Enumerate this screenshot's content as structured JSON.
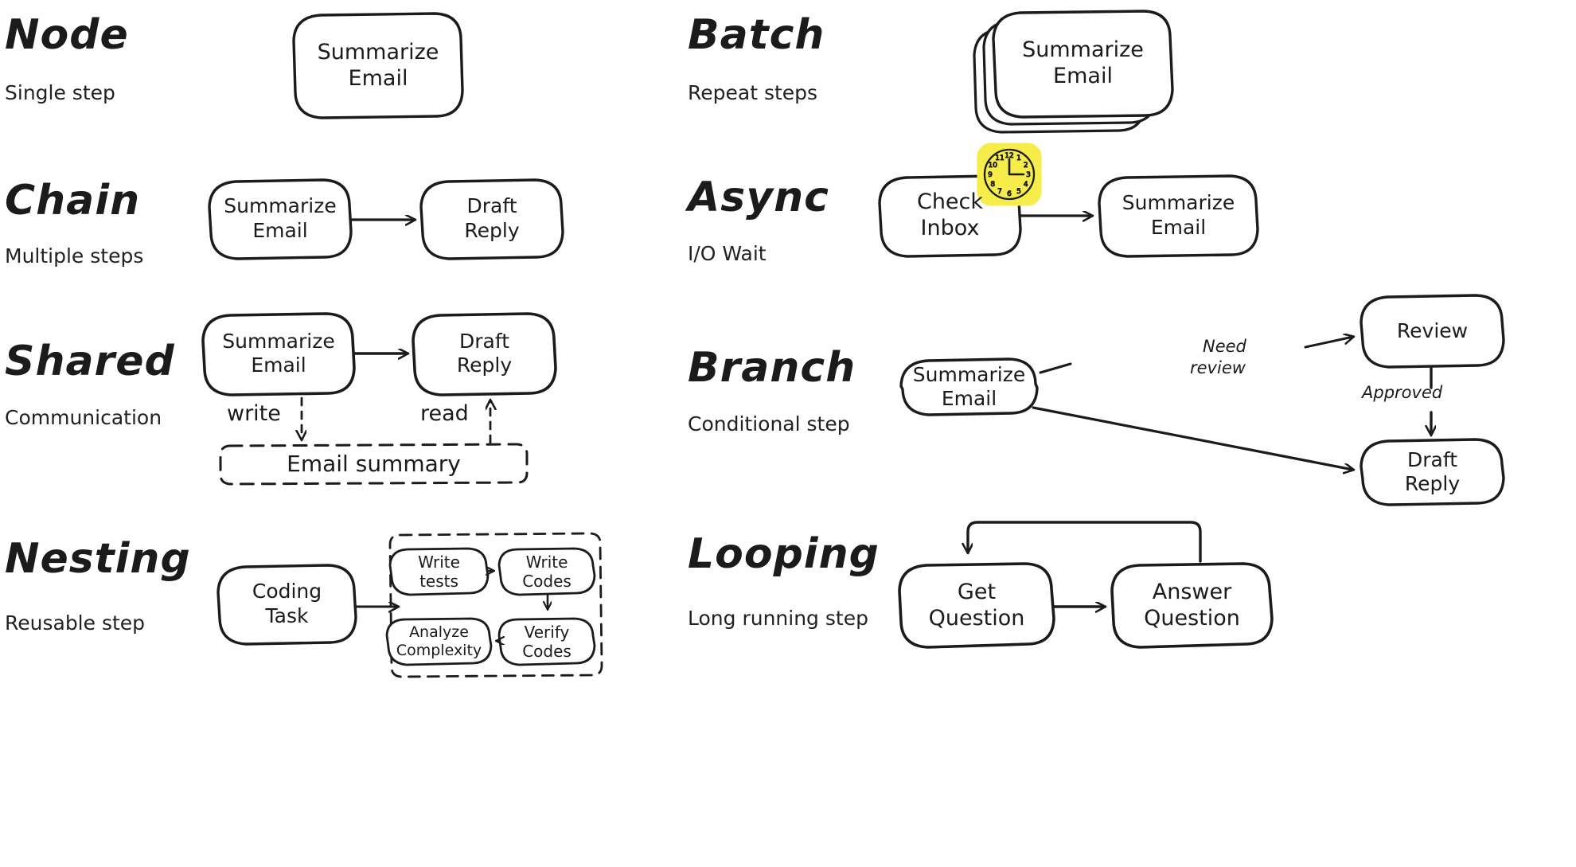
{
  "page": {
    "background": "#ffffff",
    "ink": "#1b1b1b",
    "accent_yellow": "#f7ed4a"
  },
  "rows": [
    {
      "id": "node",
      "title": "Node",
      "subtitle": "Single step",
      "nodes": [
        {
          "id": "summarize-email",
          "label": "Summarize\nEmail"
        }
      ]
    },
    {
      "id": "batch",
      "title": "Batch",
      "subtitle": "Repeat steps",
      "nodes": [
        {
          "id": "summarize-email",
          "label": "Summarize\nEmail",
          "stacked": 3
        }
      ]
    },
    {
      "id": "chain",
      "title": "Chain",
      "subtitle": "Multiple steps",
      "nodes": [
        {
          "id": "summarize-email",
          "label": "Summarize\nEmail"
        },
        {
          "id": "draft-reply",
          "label": "Draft\nReply"
        }
      ],
      "edges": [
        {
          "from": "summarize-email",
          "to": "draft-reply",
          "label": ""
        }
      ]
    },
    {
      "id": "async",
      "title": "Async",
      "subtitle": "I/O Wait",
      "nodes": [
        {
          "id": "check-inbox",
          "label": "Check\nInbox",
          "badge": "clock-icon"
        },
        {
          "id": "summarize-email",
          "label": "Summarize\nEmail"
        }
      ],
      "edges": [
        {
          "from": "check-inbox",
          "to": "summarize-email",
          "label": ""
        }
      ]
    },
    {
      "id": "shared",
      "title": "Shared",
      "subtitle": "Communication",
      "nodes": [
        {
          "id": "summarize-email",
          "label": "Summarize\nEmail"
        },
        {
          "id": "draft-reply",
          "label": "Draft\nReply"
        },
        {
          "id": "email-summary",
          "label": "Email summary",
          "style": "dashed-store"
        }
      ],
      "edges": [
        {
          "from": "summarize-email",
          "to": "draft-reply",
          "label": ""
        },
        {
          "from": "summarize-email",
          "to": "email-summary",
          "label": "write",
          "style": "dashed"
        },
        {
          "from": "email-summary",
          "to": "draft-reply",
          "label": "read",
          "style": "dashed"
        }
      ]
    },
    {
      "id": "branch",
      "title": "Branch",
      "subtitle": "Conditional step",
      "nodes": [
        {
          "id": "summarize-email",
          "label": "Summarize\nEmail"
        },
        {
          "id": "review",
          "label": "Review"
        },
        {
          "id": "draft-reply",
          "label": "Draft\nReply"
        }
      ],
      "edges": [
        {
          "from": "summarize-email",
          "to": "review",
          "label": "Need\nreview"
        },
        {
          "from": "review",
          "to": "draft-reply",
          "label": "Approved"
        },
        {
          "from": "summarize-email",
          "to": "draft-reply",
          "label": ""
        }
      ]
    },
    {
      "id": "nesting",
      "title": "Nesting",
      "subtitle": "Reusable step",
      "nodes": [
        {
          "id": "coding-task",
          "label": "Coding\nTask"
        },
        {
          "id": "write-tests",
          "label": "Write\ntests"
        },
        {
          "id": "write-codes",
          "label": "Write\nCodes"
        },
        {
          "id": "verify-codes",
          "label": "Verify\nCodes"
        },
        {
          "id": "analyze-complexity",
          "label": "Analyze\nComplexity"
        }
      ],
      "edges": [
        {
          "from": "coding-task",
          "to": "write-tests",
          "label": ""
        },
        {
          "from": "write-tests",
          "to": "write-codes",
          "label": ""
        },
        {
          "from": "write-codes",
          "to": "verify-codes",
          "label": ""
        },
        {
          "from": "verify-codes",
          "to": "analyze-complexity",
          "label": ""
        }
      ]
    },
    {
      "id": "looping",
      "title": "Looping",
      "subtitle": "Long running step",
      "nodes": [
        {
          "id": "get-question",
          "label": "Get\nQuestion"
        },
        {
          "id": "answer-question",
          "label": "Answer\nQuestion"
        }
      ],
      "edges": [
        {
          "from": "get-question",
          "to": "answer-question",
          "label": ""
        },
        {
          "from": "answer-question",
          "to": "get-question",
          "label": ""
        }
      ]
    }
  ],
  "labels": {
    "node_title": "Node",
    "node_sub": "Single step",
    "node_box": "Summarize\nEmail",
    "batch_title": "Batch",
    "batch_sub": "Repeat steps",
    "batch_box": "Summarize\nEmail",
    "chain_title": "Chain",
    "chain_sub": "Multiple steps",
    "chain_box1": "Summarize\nEmail",
    "chain_box2": "Draft\nReply",
    "async_title": "Async",
    "async_sub": "I/O Wait",
    "async_box1": "Check\nInbox",
    "async_box2": "Summarize\nEmail",
    "shared_title": "Shared",
    "shared_sub": "Communication",
    "shared_box1": "Summarize\nEmail",
    "shared_box2": "Draft\nReply",
    "shared_store": "Email summary",
    "shared_write": "write",
    "shared_read": "read",
    "branch_title": "Branch",
    "branch_sub": "Conditional step",
    "branch_box1": "Summarize\nEmail",
    "branch_box2": "Review",
    "branch_box3": "Draft\nReply",
    "branch_need": "Need",
    "branch_review": "review",
    "branch_approved": "Approved",
    "nesting_title": "Nesting",
    "nesting_sub": "Reusable step",
    "nesting_box1": "Coding\nTask",
    "nesting_box2": "Write\ntests",
    "nesting_box3": "Write\nCodes",
    "nesting_box4": "Verify\nCodes",
    "nesting_box5": "Analyze\nComplexity",
    "looping_title": "Looping",
    "looping_sub": "Long running step",
    "looping_box1": "Get\nQuestion",
    "looping_box2": "Answer\nQuestion"
  },
  "clock": {
    "icon": "clock-icon",
    "hours": [
      "12",
      "1",
      "2",
      "3",
      "4",
      "5",
      "6",
      "7",
      "8",
      "9",
      "10",
      "11"
    ],
    "hand_hour": "3",
    "hand_minute": "12"
  }
}
